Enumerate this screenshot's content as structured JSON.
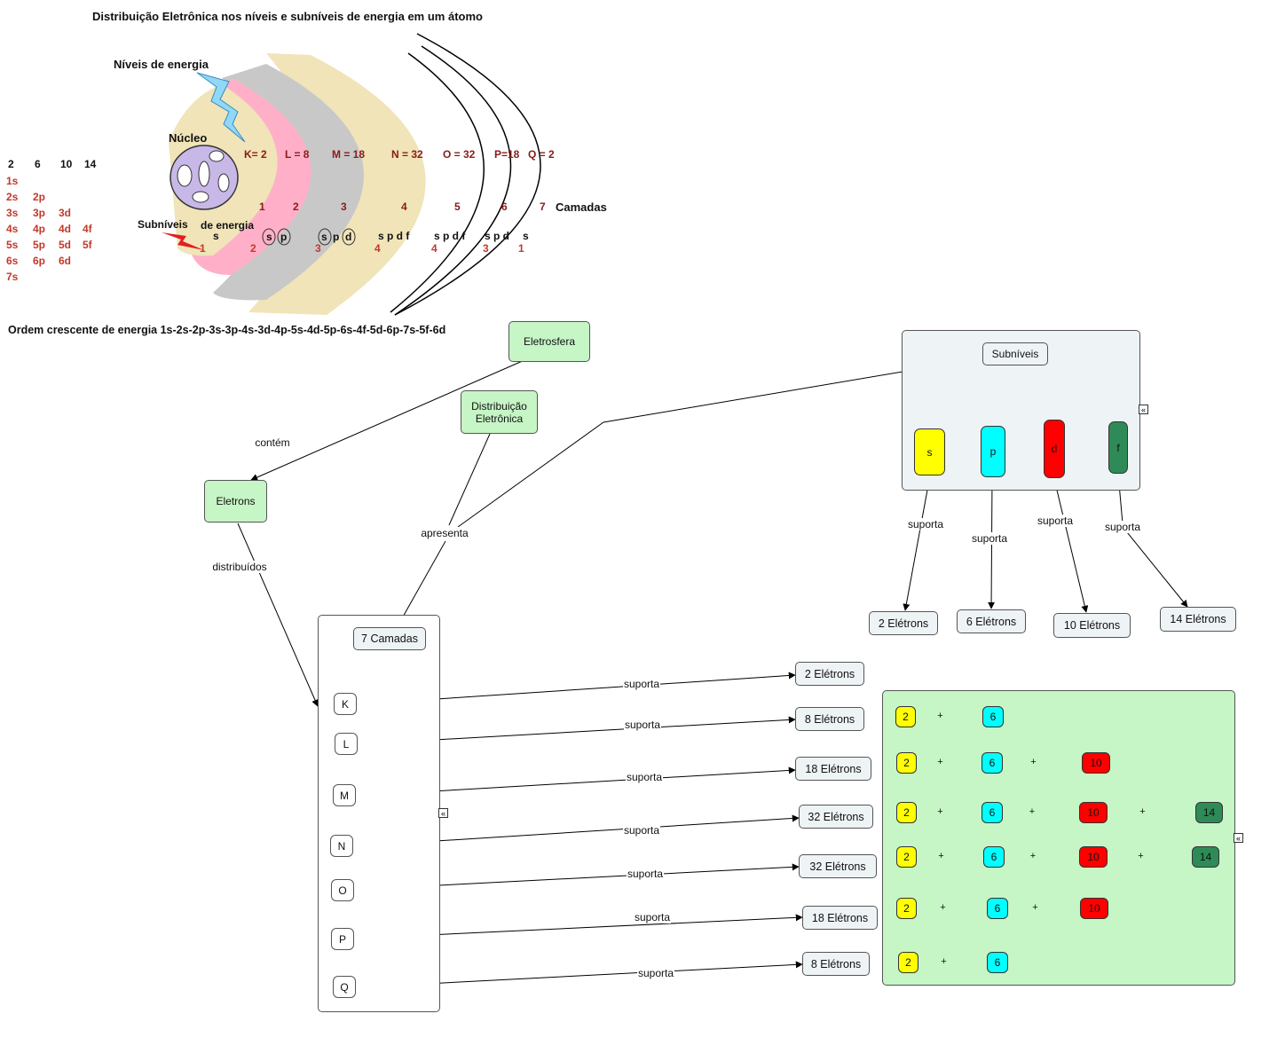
{
  "title": "Distribuição Eletrônica  nos níveis e subníveis de energia em um átomo",
  "atom": {
    "niveis_label": "Níveis de energia",
    "nucleo_label": "Núcleo",
    "subniveis_label": "Subníveis",
    "de_energia_label": "de energia",
    "camadas_label": "Camadas",
    "shells": [
      "K= 2",
      "L = 8",
      "M = 18",
      "N = 32",
      "O = 32",
      "P=18",
      "Q = 2"
    ],
    "numbers": [
      "1",
      "2",
      "3",
      "4",
      "5",
      "6",
      "7"
    ],
    "subshell_letters": [
      "s",
      "s",
      "p",
      "s",
      "p",
      "d",
      "s p d f",
      "s p d f",
      "s p d",
      "s"
    ],
    "subshell_counts": [
      "1",
      "2",
      "3",
      "4",
      "4",
      "3",
      "1"
    ]
  },
  "left_table": {
    "header": [
      "2",
      "6",
      "10",
      "14"
    ],
    "rows": [
      [
        "1s"
      ],
      [
        "2s",
        "2p"
      ],
      [
        "3s",
        "3p",
        "3d"
      ],
      [
        "4s",
        "4p",
        "4d",
        "4f"
      ],
      [
        "5s",
        "5p",
        "5d",
        "5f"
      ],
      [
        "6s",
        "6p",
        "6d"
      ],
      [
        "7s"
      ]
    ]
  },
  "order_text": "Ordem crescente  de energia 1s-2s-2p-3s-3p-4s-3d-4p-5s-4d-5p-6s-4f-5d-6p-7s-5f-6d",
  "map": {
    "eletrosfera": "Eletrosfera",
    "distribuicao": "Distribuição Eletrônica",
    "eletrons": "Eletrons",
    "contem": "contém",
    "apresenta": "apresenta",
    "distribuidos": "distribuídos",
    "suporta": "suporta",
    "subniveis": "Subníveis",
    "camadas7": "7 Camadas",
    "subshell_boxes": [
      "s",
      "p",
      "d",
      "f"
    ],
    "subshell_capacities": [
      "2 Elétrons",
      "6 Elétrons",
      "10 Elétrons",
      "14 Elétrons"
    ],
    "layers": [
      "K",
      "L",
      "M",
      "N",
      "O",
      "P",
      "Q"
    ],
    "layer_capacities": [
      "2 Elétrons",
      "8 Elétrons",
      "18 Elétrons",
      "32 Elétrons",
      "32 Elétrons",
      "18 Elétrons",
      "8 Elétrons"
    ],
    "plus": "+",
    "collapse_icon": "«",
    "sums": [
      [
        "2",
        "6"
      ],
      [
        "2",
        "6",
        "10"
      ],
      [
        "2",
        "6",
        "10",
        "14"
      ],
      [
        "2",
        "6",
        "10",
        "14"
      ],
      [
        "2",
        "6",
        "10"
      ],
      [
        "2",
        "6"
      ]
    ]
  }
}
